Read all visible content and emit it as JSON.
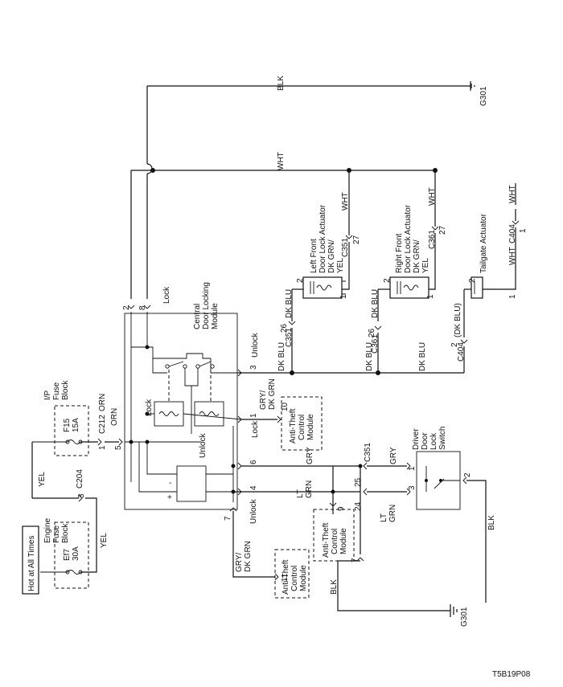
{
  "diagram_id": "T5B19P08",
  "hot_label": "Hot at All Times",
  "engine_fuse_block": {
    "line1": "Engine",
    "line2": "Fuse",
    "line3": "Block",
    "fuse": "Ef7",
    "rating": "30A",
    "pin": "3",
    "connector": "C204"
  },
  "ip_fuse_block": {
    "line1": "I/P",
    "line2": "Fuse",
    "line3": "Block",
    "fuse": "F15",
    "rating": "15A",
    "pin": "1",
    "connector": "C212"
  },
  "module": {
    "line1": "Central",
    "line2": "Door Locking",
    "line3": "Module",
    "lock": "Lock",
    "unlock": "Unlock"
  },
  "left_actuator": {
    "line1": "Left Front",
    "line2": "Door Lock Actuator",
    "conn": "C351"
  },
  "right_actuator": {
    "line1": "Right Front",
    "line2": "Door Lock Actuator",
    "conn": "C361"
  },
  "tailgate": {
    "line1": "Tailgate Actuator",
    "conn": "C404",
    "dkblu_paren": "(DK BLU)"
  },
  "anti_theft": {
    "line1": "Anti-Theft",
    "line2": "Control",
    "line3": "Module"
  },
  "driver_switch": {
    "line1": "Driver",
    "line2": "Door",
    "line3": "Lock",
    "line4": "Switch"
  },
  "wires": {
    "blk": "BLK",
    "wht": "WHT",
    "yel": "YEL",
    "orn": "ORN",
    "dkblu": "DK BLU",
    "gry": "GRY",
    "lt": "LT",
    "grn": "GRN",
    "grydkgrn1": "GRY/",
    "grydkgrn2": "DK GRN",
    "dkgrnyel1": "DK GRN/",
    "dkgrnyel2": "YEL"
  },
  "ground": "G301",
  "pins": {
    "p1": "1",
    "p2": "2",
    "p3": "3",
    "p4": "4",
    "p5": "5",
    "p6": "6",
    "p7": "7",
    "p8": "8",
    "p9": "9",
    "p10": "10",
    "p11": "11",
    "p24": "24",
    "p25": "25",
    "p26": "26",
    "p27": "27"
  }
}
